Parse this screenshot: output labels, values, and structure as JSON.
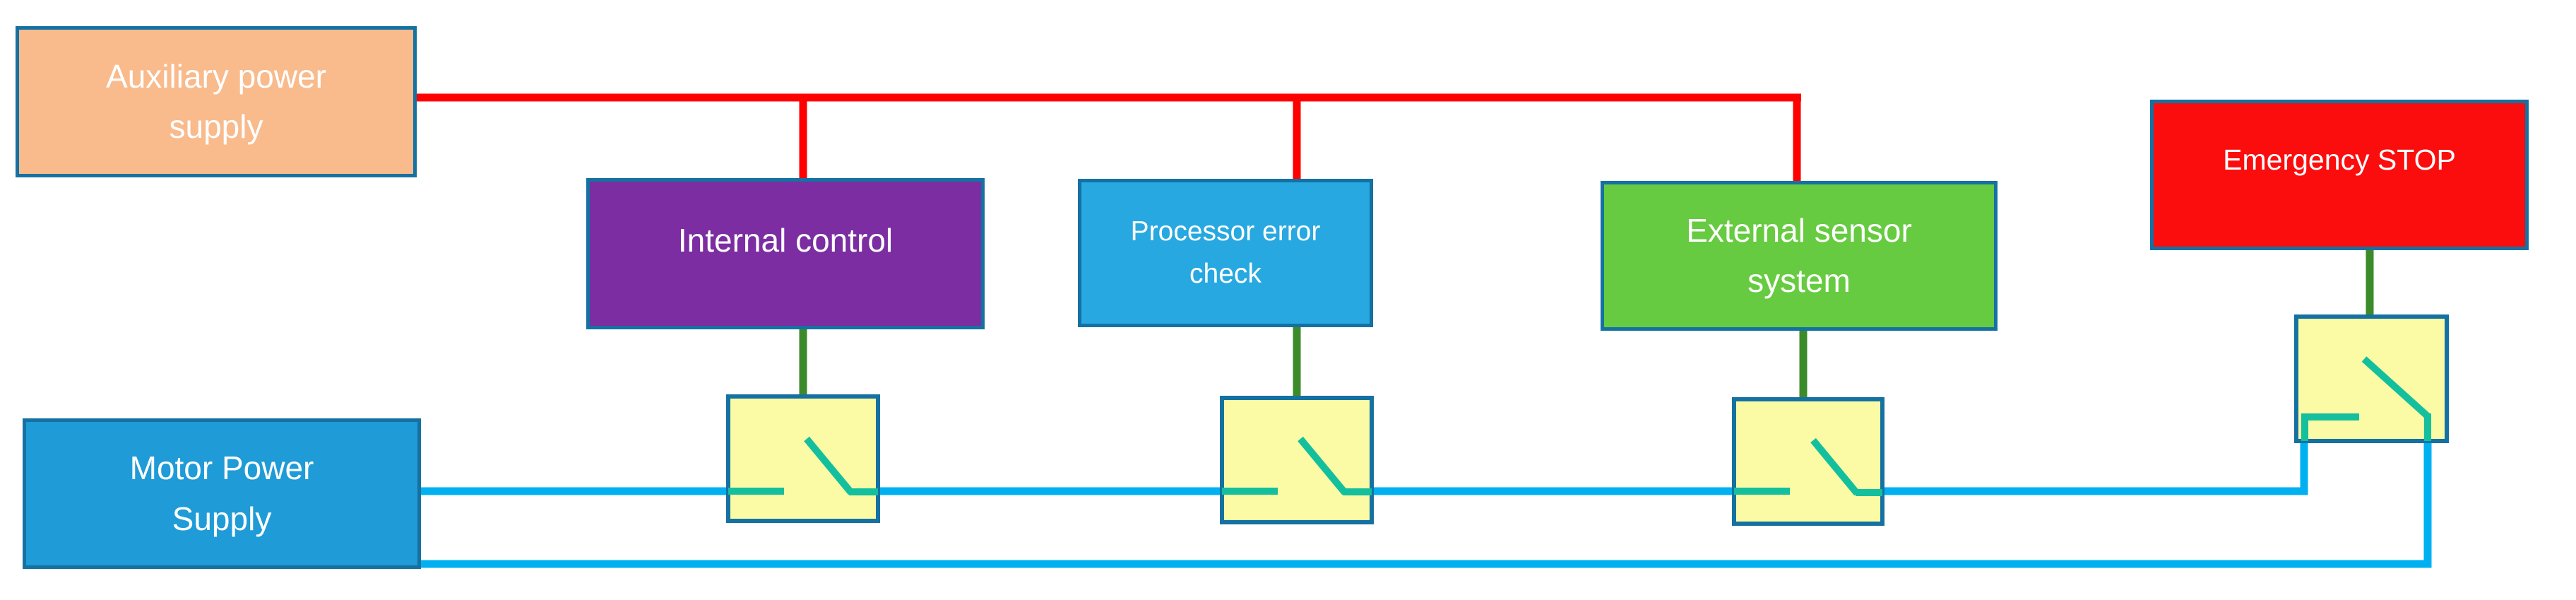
{
  "blocks": [
    {
      "id": "auxiliary-power-supply",
      "label": "Auxiliary power supply",
      "fill": "#f9ba8c"
    },
    {
      "id": "internal-control",
      "label": "Internal control",
      "fill": "#7b2da1"
    },
    {
      "id": "processor-error-check",
      "label": "Processor error check",
      "fill": "#27a8e0"
    },
    {
      "id": "external-sensor-system",
      "label": "External sensor system",
      "fill": "#67cb41"
    },
    {
      "id": "emergency-stop",
      "label": "Emergency STOP",
      "fill": "#fb0d0d"
    },
    {
      "id": "motor-power-supply",
      "label": "Motor Power Supply",
      "fill": "#1f9bd7"
    }
  ],
  "switches": [
    {
      "id": "internal-control-switch",
      "state": "open"
    },
    {
      "id": "processor-error-check-switch",
      "state": "open"
    },
    {
      "id": "external-sensor-system-switch",
      "state": "open"
    },
    {
      "id": "emergency-stop-switch",
      "state": "open"
    }
  ],
  "wires": {
    "aux_bus_color": "#fe0000",
    "control_link_color": "#3c8b2a",
    "motor_loop_color": "#00b0f0",
    "switch_symbol_color": "#14bf9e"
  },
  "colors": {
    "background": "#ffffff",
    "box_border": "#1571a2",
    "switch_fill": "#fbfba5"
  }
}
